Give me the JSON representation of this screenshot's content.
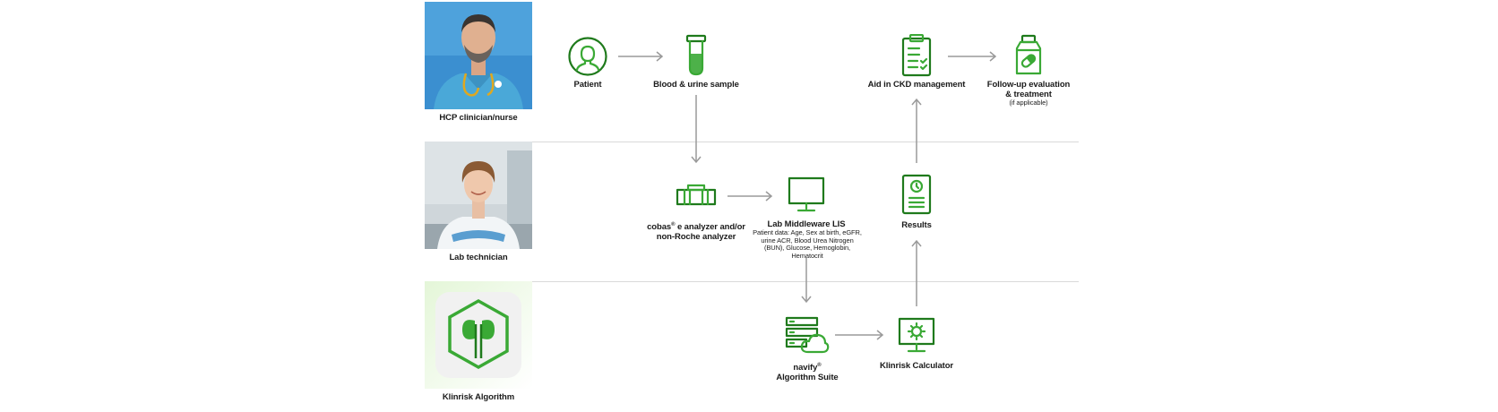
{
  "roles": [
    {
      "id": "hcp",
      "label": "HCP clinician/nurse"
    },
    {
      "id": "lab",
      "label": "Lab technician"
    },
    {
      "id": "algo",
      "label": "Klinrisk Algorithm"
    }
  ],
  "nodes": {
    "patient": {
      "label": "Patient",
      "icon": "person-icon"
    },
    "sample": {
      "label": "Blood & urine sample",
      "icon": "test-tube-icon"
    },
    "ckd": {
      "label": "Aid in CKD management",
      "icon": "clipboard-checklist-icon"
    },
    "followup": {
      "label_line1": "Follow-up evaluation",
      "label_line2": "& treatment",
      "note": "(if applicable)",
      "icon": "medication-bottle-icon"
    },
    "analyzer": {
      "label_bold": "cobas",
      "label_mark": "®",
      "label_bold2": " e",
      "label_rest": " analyzer and/or",
      "label_line2": "non-Roche analyzer",
      "icon": "analyzer-icon"
    },
    "lis": {
      "label": "Lab Middleware LIS",
      "details": "Patient data: Age, Sex at birth, eGFR, urine ACR, Blood Urea Nitrogen (BUN), Glucose, Hemoglobin, Hematocrit",
      "icon": "monitor-icon"
    },
    "results": {
      "label": "Results",
      "icon": "results-device-icon"
    },
    "navify": {
      "label_line1": "navify",
      "label_mark": "®",
      "label_line2": "Algorithm Suite",
      "icon": "server-cloud-icon"
    },
    "calculator": {
      "label": "Klinrisk Calculator",
      "icon": "monitor-gear-icon"
    }
  },
  "colors": {
    "accent": "#3aa935",
    "accent_dark": "#1f7a1c",
    "arrow": "#9a9a9a",
    "divider": "#d9d9d9"
  }
}
